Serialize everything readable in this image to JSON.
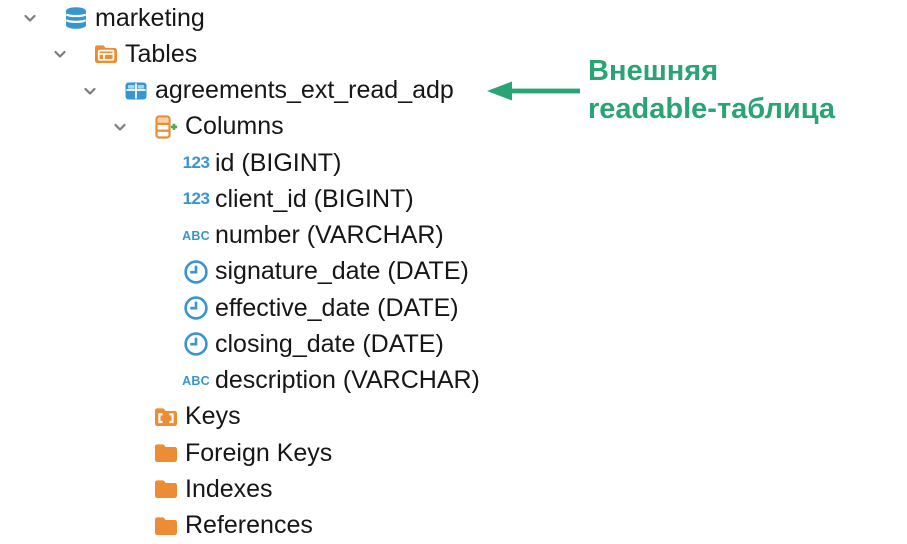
{
  "app": {
    "description": "database-navigator-tree"
  },
  "tree": {
    "items": [
      {
        "label": "marketing",
        "level": 0,
        "icon": "database-icon",
        "chevron": true,
        "expanded": true
      },
      {
        "label": "Tables",
        "level": 1,
        "icon": "tables-folder-icon",
        "chevron": true,
        "expanded": true
      },
      {
        "label": "agreements_ext_read_adp",
        "level": 2,
        "icon": "table-icon",
        "chevron": true,
        "expanded": true
      },
      {
        "label": "Columns",
        "level": 3,
        "icon": "columns-icon",
        "chevron": true,
        "expanded": true
      },
      {
        "label": "id (BIGINT)",
        "level": 4,
        "icon": "numeric-type-icon",
        "chevron": false
      },
      {
        "label": "client_id (BIGINT)",
        "level": 4,
        "icon": "numeric-type-icon",
        "chevron": false
      },
      {
        "label": "number (VARCHAR)",
        "level": 4,
        "icon": "text-type-icon",
        "chevron": false
      },
      {
        "label": "signature_date (DATE)",
        "level": 4,
        "icon": "date-type-icon",
        "chevron": false
      },
      {
        "label": "effective_date (DATE)",
        "level": 4,
        "icon": "date-type-icon",
        "chevron": false
      },
      {
        "label": "closing_date (DATE)",
        "level": 4,
        "icon": "date-type-icon",
        "chevron": false
      },
      {
        "label": "description (VARCHAR)",
        "level": 4,
        "icon": "text-type-icon",
        "chevron": false
      },
      {
        "label": "Keys",
        "level": 3,
        "icon": "keys-folder-icon",
        "chevron": false
      },
      {
        "label": "Foreign Keys",
        "level": 3,
        "icon": "folder-icon",
        "chevron": false
      },
      {
        "label": "Indexes",
        "level": 3,
        "icon": "folder-icon",
        "chevron": false
      },
      {
        "label": "References",
        "level": 3,
        "icon": "folder-icon",
        "chevron": false
      }
    ]
  },
  "icon_glyphs": {
    "numeric-type-icon": "123",
    "text-type-icon": "ABC"
  },
  "annotation": {
    "line1": "Внешняя",
    "line2": "readable-таблица"
  },
  "colors": {
    "icon_blue": "#3796d2",
    "icon_blue_light": "#aad5f1",
    "icon_orange": "#ec8c35",
    "icon_orange_light": "#f8d0a4",
    "plus_green": "#4aae4f",
    "annotation_green": "#2aa474",
    "chevron_gray": "#7d7d7d",
    "text": "#161616",
    "background": "#ffffff"
  }
}
